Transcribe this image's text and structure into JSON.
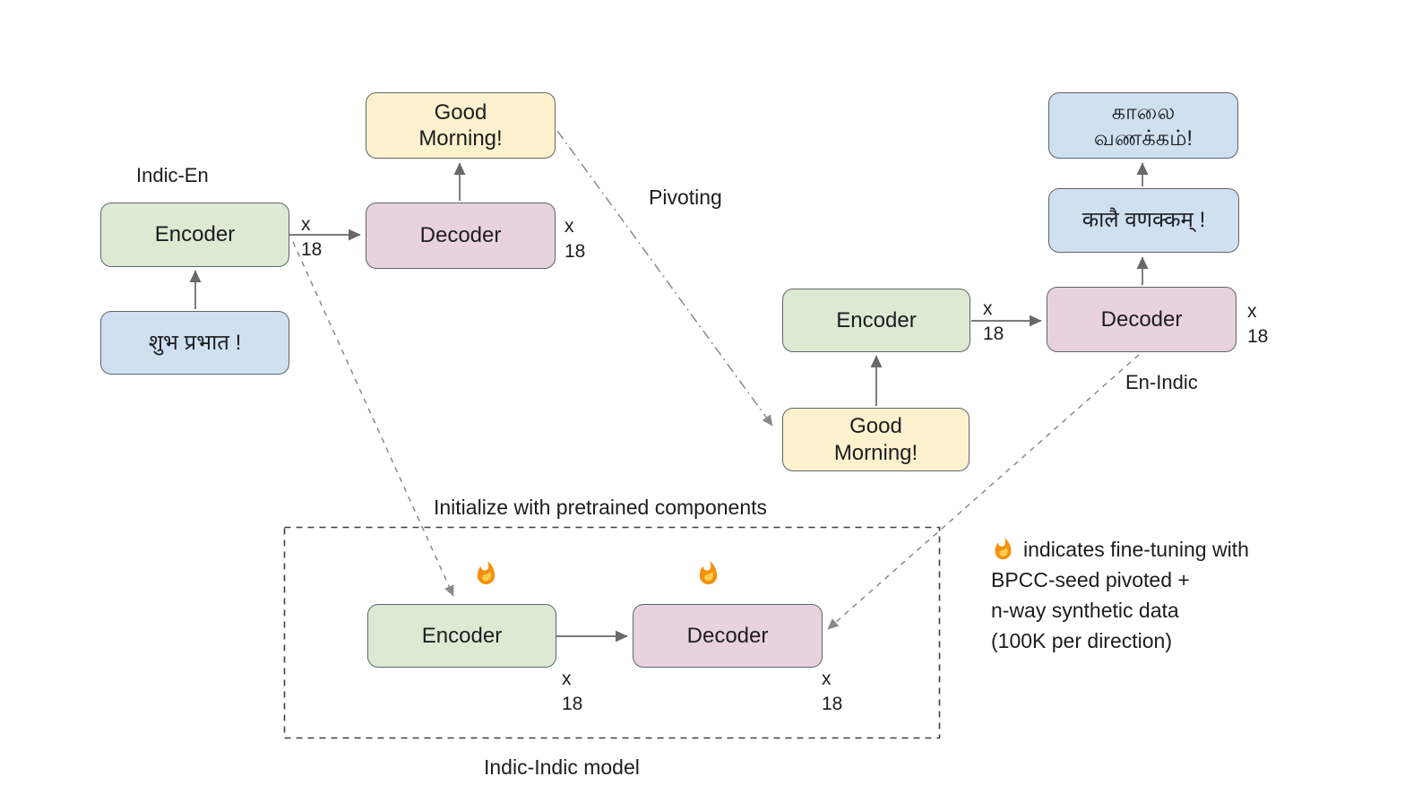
{
  "indic_en": {
    "title": "Indic-En",
    "encoder_label": "Encoder",
    "decoder_label": "Decoder",
    "input_text": "शुभ प्रभात !",
    "output_lines": [
      "Good",
      "Morning!"
    ]
  },
  "en_indic": {
    "title": "En-Indic",
    "encoder_label": "Encoder",
    "decoder_label": "Decoder",
    "input_lines": [
      "Good",
      "Morning!"
    ],
    "intermediate_output_text": "कालै वणक्कम् !",
    "final_output_lines": [
      "காலை",
      "வணக்கம்!"
    ]
  },
  "indic_indic": {
    "caption": "Indic-Indic model",
    "encoder_label": "Encoder",
    "decoder_label": "Decoder",
    "init_annotation": "Initialize with pretrained components"
  },
  "annotations": {
    "pivoting": "Pivoting",
    "layer_multiplier": {
      "x": "x",
      "count": "18"
    }
  },
  "note": {
    "fire_icon": "🔥",
    "lines": [
      "indicates fine-tuning with",
      "BPCC-seed pivoted +",
      "n-way synthetic data",
      "(100K per direction)"
    ]
  },
  "colors": {
    "encoder_fill": "#dcead4",
    "decoder_fill": "#e8d2dd",
    "indic_text_fill": "#cfe0f1",
    "english_text_fill": "#fdf2cd",
    "box_border": "#606468",
    "arrow": "#686868",
    "fire_orange": "#f4900c",
    "fire_yellow": "#ffcc4d"
  }
}
